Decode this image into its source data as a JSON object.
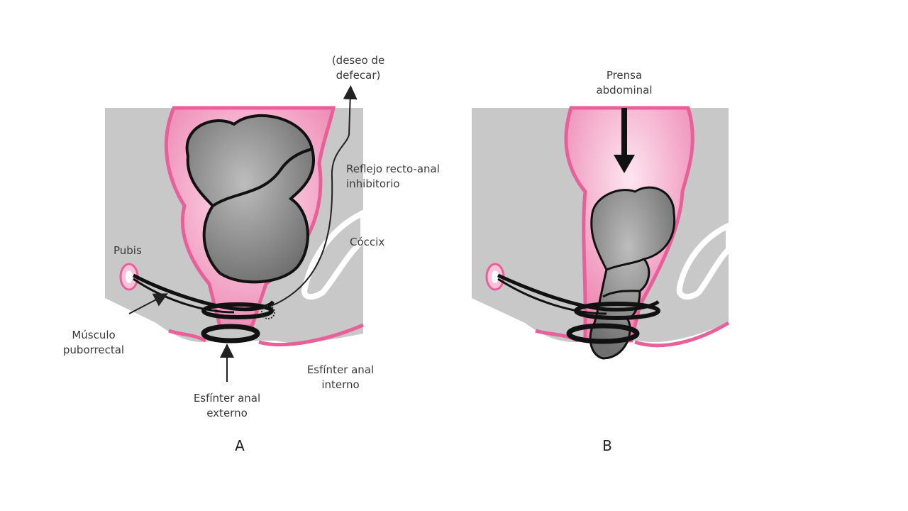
{
  "figure": {
    "panel_a": {
      "letter": "A",
      "labels": {
        "urge_line1": "(deseo de",
        "urge_line2": "defecar)",
        "reflex_line1": "Reflejo recto-anal",
        "reflex_line2": "inhibitorio",
        "coccyx": "Cóccix",
        "pubis": "Pubis",
        "puborectalis_line1": "Músculo",
        "puborectalis_line2": "puborrectal",
        "internal_sphincter_line1": "Esfínter anal",
        "internal_sphincter_line2": "interno",
        "external_sphincter_line1": "Esfínter anal",
        "external_sphincter_line2": "externo"
      }
    },
    "panel_b": {
      "letter": "B",
      "labels": {
        "press_line1": "Prensa",
        "press_line2": "abdominal"
      }
    }
  },
  "colors": {
    "background_tissue": "#c8c8c8",
    "rectum_pink": "#e8609a",
    "rectum_light": "#f6c3da",
    "feces_gray": "#8a8a8a",
    "muscle_black": "#111111"
  }
}
